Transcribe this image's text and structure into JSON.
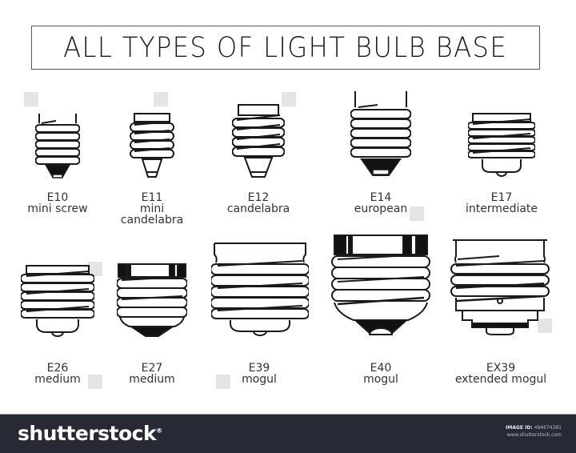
{
  "title": "ALL TYPES OF LIGHT BULB BASE",
  "bulbs": [
    {
      "code": "E10",
      "name": "mini screw"
    },
    {
      "code": "E11",
      "name": "mini",
      "name2": "candelabra"
    },
    {
      "code": "E12",
      "name": "candelabra"
    },
    {
      "code": "E14",
      "name": "european"
    },
    {
      "code": "E17",
      "name": "intermediate"
    },
    {
      "code": "E26",
      "name": "medium"
    },
    {
      "code": "E27",
      "name": "medium"
    },
    {
      "code": "E39",
      "name": "mogul"
    },
    {
      "code": "E40",
      "name": "mogul"
    },
    {
      "code": "EX39",
      "name": "extended mogul"
    }
  ],
  "footer": {
    "logo": "shutterstock",
    "logo_mark": "®",
    "image_id_label": "IMAGE ID:",
    "image_id": "494674381",
    "site": "www.shutterstock.com"
  },
  "colors": {
    "line": "#1a1a1a",
    "footer_bg": "#272a35"
  }
}
